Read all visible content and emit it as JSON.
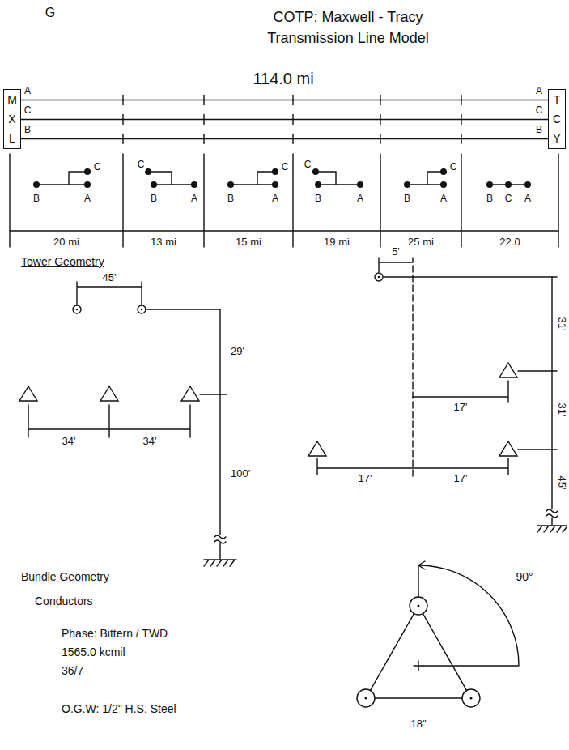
{
  "diagram": {
    "title": "COTP: Maxwell - Tracy Transmission Line Model",
    "nodes": [
      {
        "text": [
          "M X L"
        ]
      },
      {
        "text": [
          "T C Y"
        ]
      }
    ],
    "edges": [
      {
        "from": 0,
        "to": 1,
        "arrow": "none"
      },
      {
        "from": 0,
        "to": 1,
        "arrow": "none"
      },
      {
        "from": 0,
        "to": 1,
        "arrow": "none"
      }
    ],
    "labels": [
      "G",
      "114.0 mi",
      "A",
      "C",
      "B",
      "A",
      "C",
      "B",
      "B",
      "A",
      "C",
      "C",
      "B",
      "A",
      "B",
      "A",
      "C",
      "C",
      "B",
      "A",
      "B",
      "A",
      "C",
      "B",
      "C",
      "A",
      "20 mi",
      "13 mi",
      "15 mi",
      "19 mi",
      "25 mi",
      "22.0",
      "Tower Geometry",
      "45'",
      "29'",
      "34'",
      "34'",
      "100'",
      "5'",
      "17'",
      "17'",
      "17'",
      "31'",
      "31'",
      "45'",
      "Bundle Geometry",
      "Conductors",
      "Phase: Bittern / TWD",
      "1565.0 kcmil",
      "36/7",
      "O.G.W: 1/2\" H.S. Steel",
      "90°",
      "18\""
    ]
  }
}
